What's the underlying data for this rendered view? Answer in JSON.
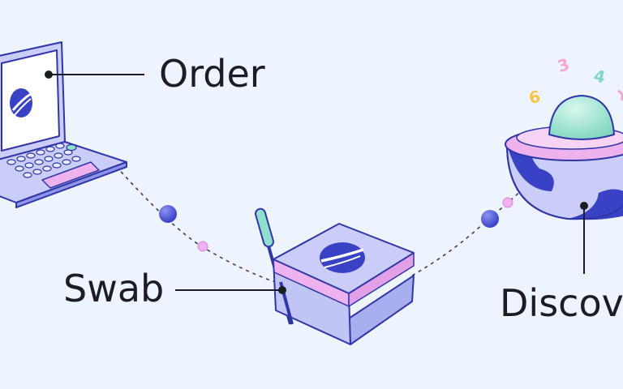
{
  "steps": [
    {
      "id": "order",
      "label": "Order"
    },
    {
      "id": "swab",
      "label": "Swab"
    },
    {
      "id": "discover",
      "label": "Discov"
    }
  ],
  "floating_digits": [
    {
      "text": "3",
      "color": "#f2a6d6"
    },
    {
      "text": "4",
      "color": "#7fd8c3"
    },
    {
      "text": "6",
      "color": "#f6c64a"
    }
  ],
  "colors": {
    "background": "#eef4fe",
    "ink": "#1a1d24",
    "device_fill": "#c9cdf7",
    "device_stroke": "#2f36a8",
    "brand_blue": "#3942c4",
    "pink": "#eeb2ee",
    "mint": "#8fe0cd",
    "node_blue": "#4a52d8"
  },
  "icons": [
    "laptop-icon",
    "swab-kit-box-icon",
    "swab-stick-icon",
    "globe-discovery-icon",
    "logo-mark-icon"
  ]
}
